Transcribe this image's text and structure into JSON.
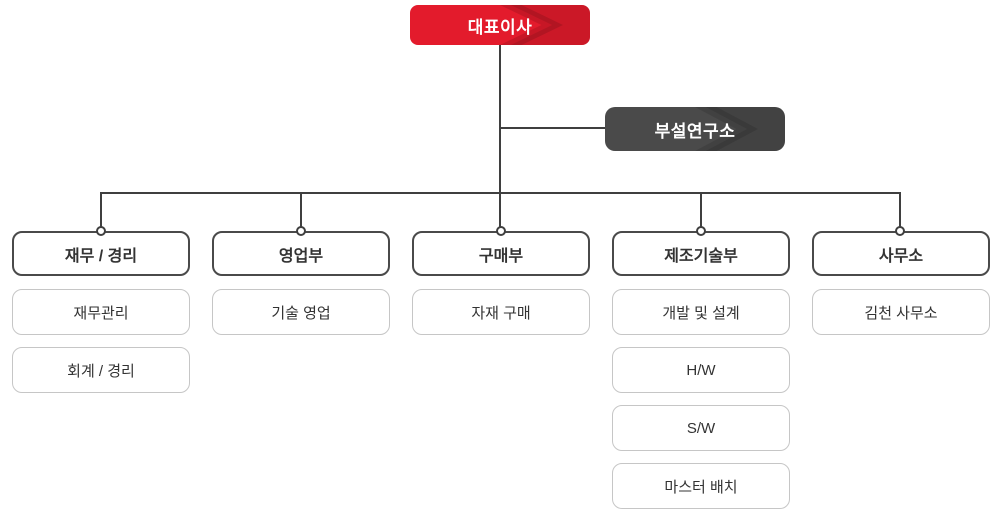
{
  "palette": {
    "primary_red": "#e31b2c",
    "dark_gray": "#4a4a4a",
    "connector_gray": "#3f3f3f",
    "sub_border_gray": "#c6c6c6",
    "text_dark": "#333333"
  },
  "org": {
    "root": {
      "label": "대표이사"
    },
    "staff": {
      "label": "부설연구소"
    },
    "departments": [
      {
        "label": "재무 / 경리",
        "children": [
          "재무관리",
          "회계 / 경리"
        ]
      },
      {
        "label": "영업부",
        "children": [
          "기술 영업"
        ]
      },
      {
        "label": "구매부",
        "children": [
          "자재 구매"
        ]
      },
      {
        "label": "제조기술부",
        "children": [
          "개발 및 설계",
          "H/W",
          "S/W",
          "마스터 배치"
        ]
      },
      {
        "label": "사무소",
        "children": [
          "김천 사무소"
        ]
      }
    ]
  }
}
